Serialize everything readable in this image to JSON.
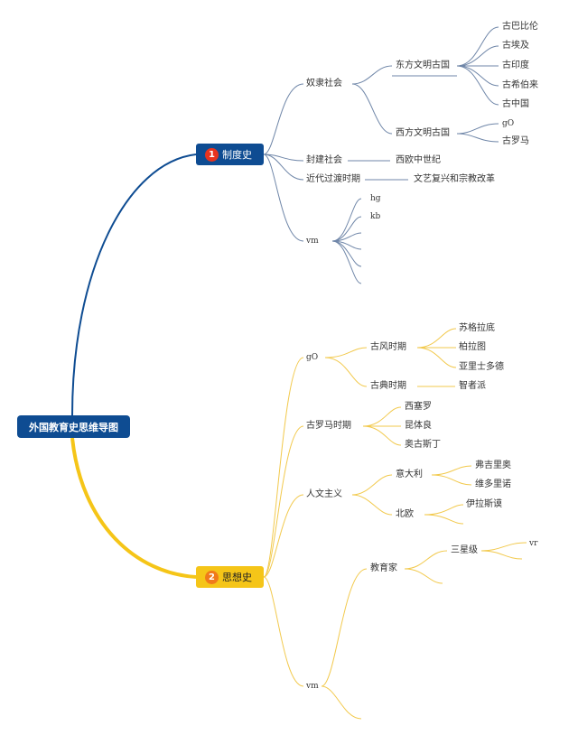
{
  "root": "外国教育史思维导图",
  "branch1": {
    "number": "1",
    "label": "制度史",
    "slavery": "奴隶社会",
    "east": "东方文明古国",
    "east_items": [
      "古巴比伦",
      "古埃及",
      "古印度",
      "古希伯来",
      "古中国"
    ],
    "west": "西方文明古国",
    "west_items": [
      "gO",
      "古罗马"
    ],
    "feudal": "封建社会",
    "feudal_child": "西欧中世纪",
    "transition": "近代过渡时期",
    "transition_child": "文艺复兴和宗教改革",
    "vm": "vm",
    "vm_items": [
      "hg",
      "kb"
    ]
  },
  "branch2": {
    "number": "2",
    "label": "思想史",
    "go": "gO",
    "ancient_style": "古风时期",
    "ancient_style_items": [
      "苏格拉底",
      "柏拉图",
      "亚里士多德"
    ],
    "classical": "古典时期",
    "classical_child": "智者派",
    "rome": "古罗马时期",
    "rome_items": [
      "西塞罗",
      "昆体良",
      "奥古斯丁"
    ],
    "humanism": "人文主义",
    "italy": "意大利",
    "italy_items": [
      "弗吉里奥",
      "维多里诺"
    ],
    "north": "北欧",
    "north_child": "伊拉斯谟",
    "vm": "vm",
    "educator": "教育家",
    "samsung": "三星级",
    "vr": "vr"
  },
  "colors": {
    "blue": "#0e4c92",
    "yellow": "#f5c518",
    "blue_line": "#6f86a8",
    "yellow_line": "#f2c94c"
  }
}
